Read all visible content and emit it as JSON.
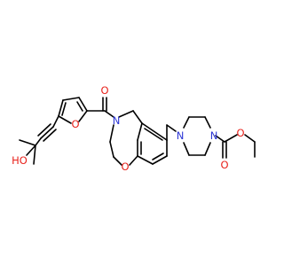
{
  "molecule": {
    "atom_labels": {
      "ho": "HO",
      "furan_o": "O",
      "carbonyl_o": "O",
      "amide_n": "N",
      "ring_o": "O",
      "pip_n1": "N",
      "pip_n4": "N",
      "ester_carbonyl_o": "O",
      "ester_o": "O"
    },
    "colors": {
      "bond": "#000000",
      "oxygen": "#e8211b",
      "nitrogen": "#2b35d6",
      "background": "#ffffff"
    }
  }
}
